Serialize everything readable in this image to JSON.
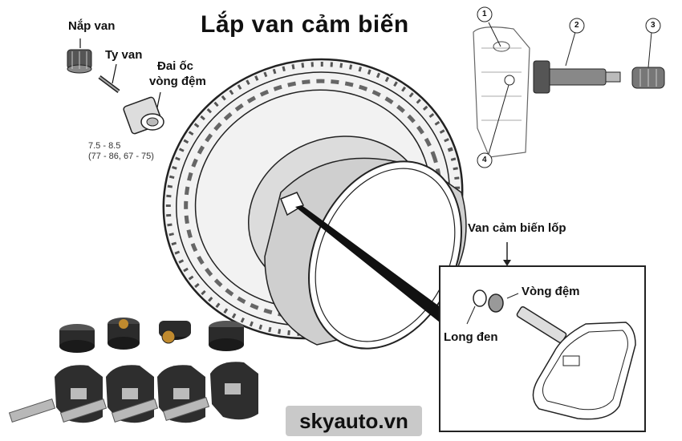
{
  "title": "Lắp van cảm biến",
  "labels": {
    "valve_cap": "Nắp van",
    "valve_core": "Ty van",
    "nut_washer_line1": "Đai ốc",
    "nut_washer_line2": "vòng đệm",
    "sensor_valve": "Van cảm biến lốp",
    "washer": "Vòng đệm",
    "spacer": "Long đen"
  },
  "torque_spec": {
    "line1": "7.5 - 8.5",
    "line2": "(77 - 86, 67 - 75)"
  },
  "callouts": [
    "1",
    "2",
    "3",
    "4"
  ],
  "brand": "skyauto.vn"
}
